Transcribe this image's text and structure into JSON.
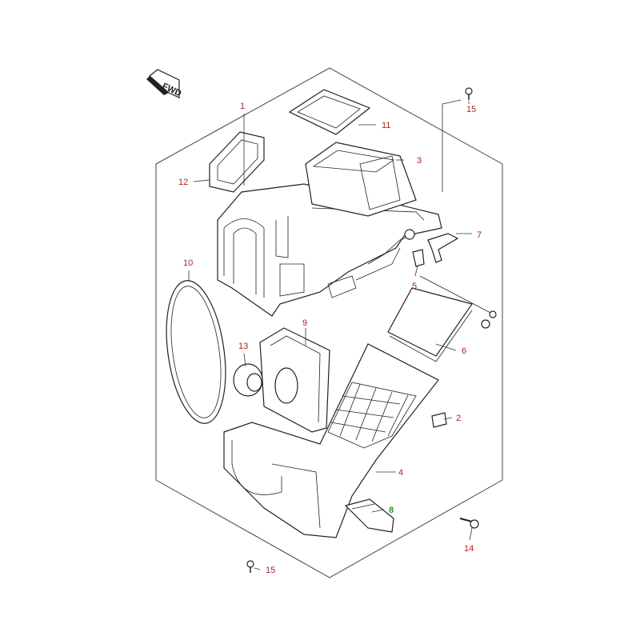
{
  "fwd_label": "FWD",
  "colors": {
    "label": "#b22222",
    "highlight": "#1aa01a",
    "line": "#222222"
  },
  "callouts": [
    {
      "id": "1",
      "text": "1"
    },
    {
      "id": "2",
      "text": "2"
    },
    {
      "id": "3",
      "text": "3"
    },
    {
      "id": "4",
      "text": "4"
    },
    {
      "id": "5",
      "text": "5"
    },
    {
      "id": "6",
      "text": "6"
    },
    {
      "id": "7",
      "text": "7"
    },
    {
      "id": "8",
      "text": "8",
      "highlighted": true
    },
    {
      "id": "9",
      "text": "9"
    },
    {
      "id": "10",
      "text": "10"
    },
    {
      "id": "11",
      "text": "11"
    },
    {
      "id": "12",
      "text": "12"
    },
    {
      "id": "13",
      "text": "13"
    },
    {
      "id": "14",
      "text": "14"
    },
    {
      "id": "15a",
      "text": "15"
    },
    {
      "id": "15b",
      "text": "15"
    }
  ]
}
